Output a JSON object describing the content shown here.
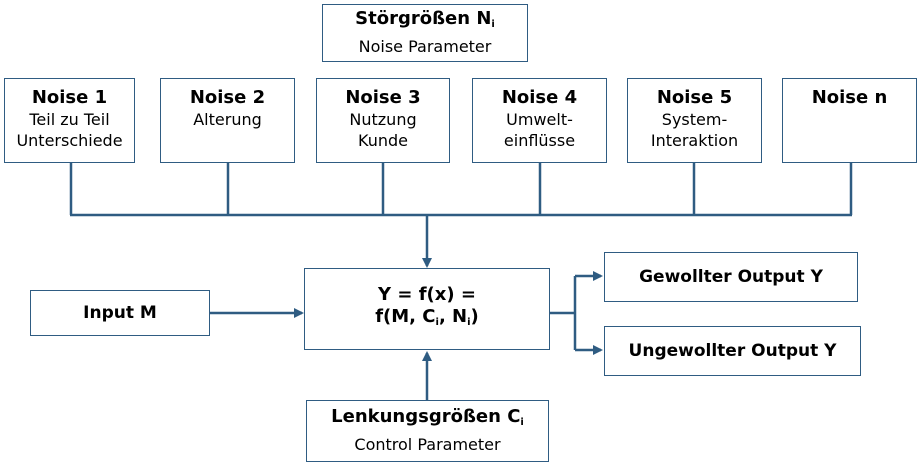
{
  "noise_header": {
    "title_prefix": "Störgrößen N",
    "title_sub": "i",
    "subtitle": "Noise Parameter"
  },
  "noises": [
    {
      "title": "Noise 1",
      "lines": [
        "Teil zu Teil",
        "Unterschiede"
      ]
    },
    {
      "title": "Noise 2",
      "lines": [
        "Alterung"
      ]
    },
    {
      "title": "Noise 3",
      "lines": [
        "Nutzung",
        "Kunde"
      ]
    },
    {
      "title": "Noise 4",
      "lines": [
        "Umwelt-",
        "einflüsse"
      ]
    },
    {
      "title": "Noise 5",
      "lines": [
        "System-",
        "Interaktion"
      ]
    },
    {
      "title": "Noise n",
      "lines": []
    }
  ],
  "input": {
    "label": "Input M"
  },
  "function": {
    "line1": "Y = f(x) =",
    "l2_a": "f(M, C",
    "l2_sub1": "i",
    "l2_b": ", N",
    "l2_sub2": "i",
    "l2_c": ")"
  },
  "outputs": {
    "wanted": "Gewollter Output Y",
    "unwanted": "Ungewollter Output Y"
  },
  "control": {
    "title_prefix": "Lenkungsgrößen C",
    "title_sub": "i",
    "subtitle": "Control Parameter"
  },
  "colors": {
    "line": "#2f5c82",
    "border": "#2f5c82"
  }
}
